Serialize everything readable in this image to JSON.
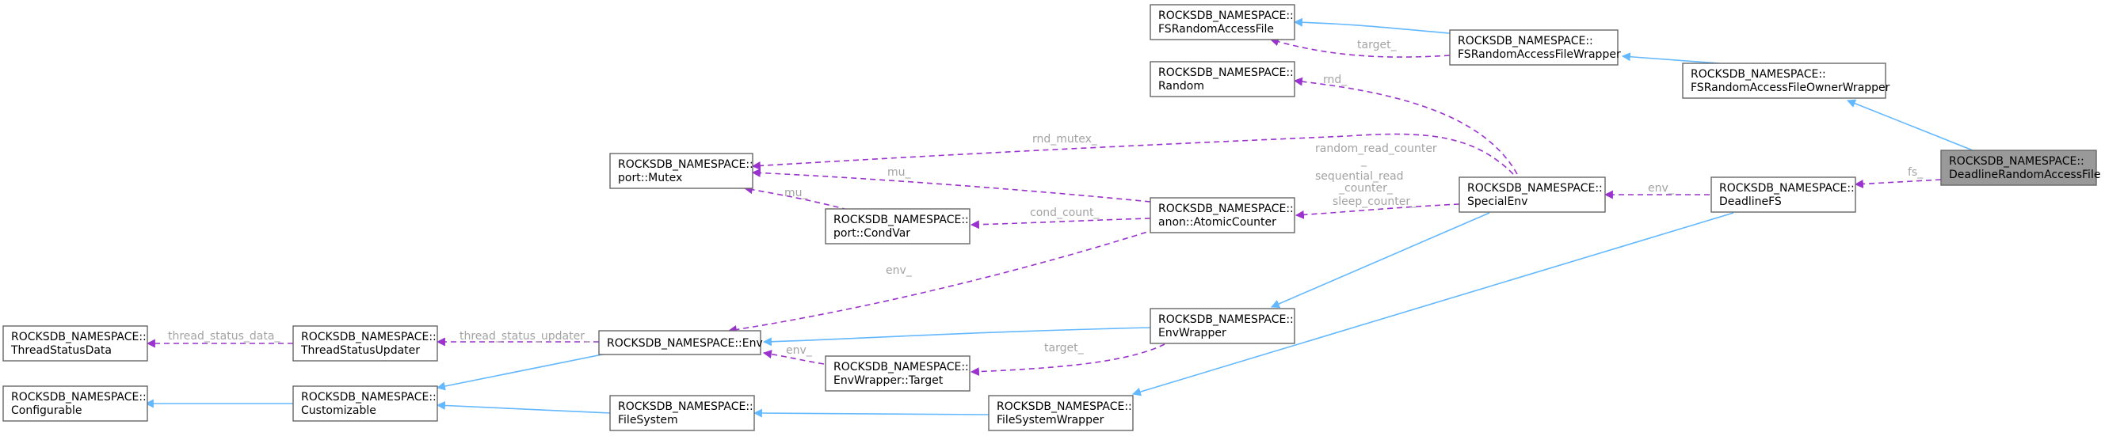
{
  "nodes": {
    "deadline_random_access_file": {
      "line1": "ROCKSDB_NAMESPACE::",
      "line2": "DeadlineRandomAccessFile"
    },
    "fs_random_access_file_owner_wrapper": {
      "line1": "ROCKSDB_NAMESPACE::",
      "line2": "FSRandomAccessFileOwnerWrapper"
    },
    "fs_random_access_file_wrapper": {
      "line1": "ROCKSDB_NAMESPACE::",
      "line2": "FSRandomAccessFileWrapper"
    },
    "fs_random_access_file": {
      "line1": "ROCKSDB_NAMESPACE::",
      "line2": "FSRandomAccessFile"
    },
    "random": {
      "line1": "ROCKSDB_NAMESPACE::",
      "line2": "Random"
    },
    "deadline_fs": {
      "line1": "ROCKSDB_NAMESPACE::",
      "line2": "DeadlineFS"
    },
    "special_env": {
      "line1": "ROCKSDB_NAMESPACE::",
      "line2": "SpecialEnv"
    },
    "port_mutex": {
      "line1": "ROCKSDB_NAMESPACE::",
      "line2": "port::Mutex"
    },
    "atomic_counter": {
      "line1": "ROCKSDB_NAMESPACE::",
      "line2": "anon::AtomicCounter"
    },
    "port_condvar": {
      "line1": "ROCKSDB_NAMESPACE::",
      "line2": "port::CondVar"
    },
    "env_wrapper": {
      "line1": "ROCKSDB_NAMESPACE::",
      "line2": "EnvWrapper"
    },
    "env": {
      "line1": "ROCKSDB_NAMESPACE::Env",
      "line2": ""
    },
    "env_wrapper_target": {
      "line1": "ROCKSDB_NAMESPACE::",
      "line2": "EnvWrapper::Target"
    },
    "thread_status_updater": {
      "line1": "ROCKSDB_NAMESPACE::",
      "line2": "ThreadStatusUpdater"
    },
    "thread_status_data": {
      "line1": "ROCKSDB_NAMESPACE::",
      "line2": "ThreadStatusData"
    },
    "configurable": {
      "line1": "ROCKSDB_NAMESPACE::",
      "line2": "Configurable"
    },
    "customizable": {
      "line1": "ROCKSDB_NAMESPACE::",
      "line2": "Customizable"
    },
    "file_system": {
      "line1": "ROCKSDB_NAMESPACE::",
      "line2": "FileSystem"
    },
    "file_system_wrapper": {
      "line1": "ROCKSDB_NAMESPACE::",
      "line2": "FileSystemWrapper"
    }
  },
  "edge_labels": {
    "fs": "fs_",
    "target_fs": "target_",
    "rnd": "rnd_",
    "rnd_mutex": "rnd_mutex_",
    "random_read_counter": "random_read_counter",
    "random_read_counter_2": "_",
    "sequential_read_counter": "sequential_read",
    "sequential_read_counter_2": "_counter_",
    "sleep_counter": "sleep_counter_",
    "mu_counter": "mu_",
    "mu_condvar": "mu_",
    "cond_count": "cond_count_",
    "env_counter": "env_",
    "env_special": "env_",
    "thread_status_data": "thread_status_data_",
    "thread_status_updater": "thread_status_updater_",
    "target_env": "target_",
    "env_target": "env_"
  }
}
